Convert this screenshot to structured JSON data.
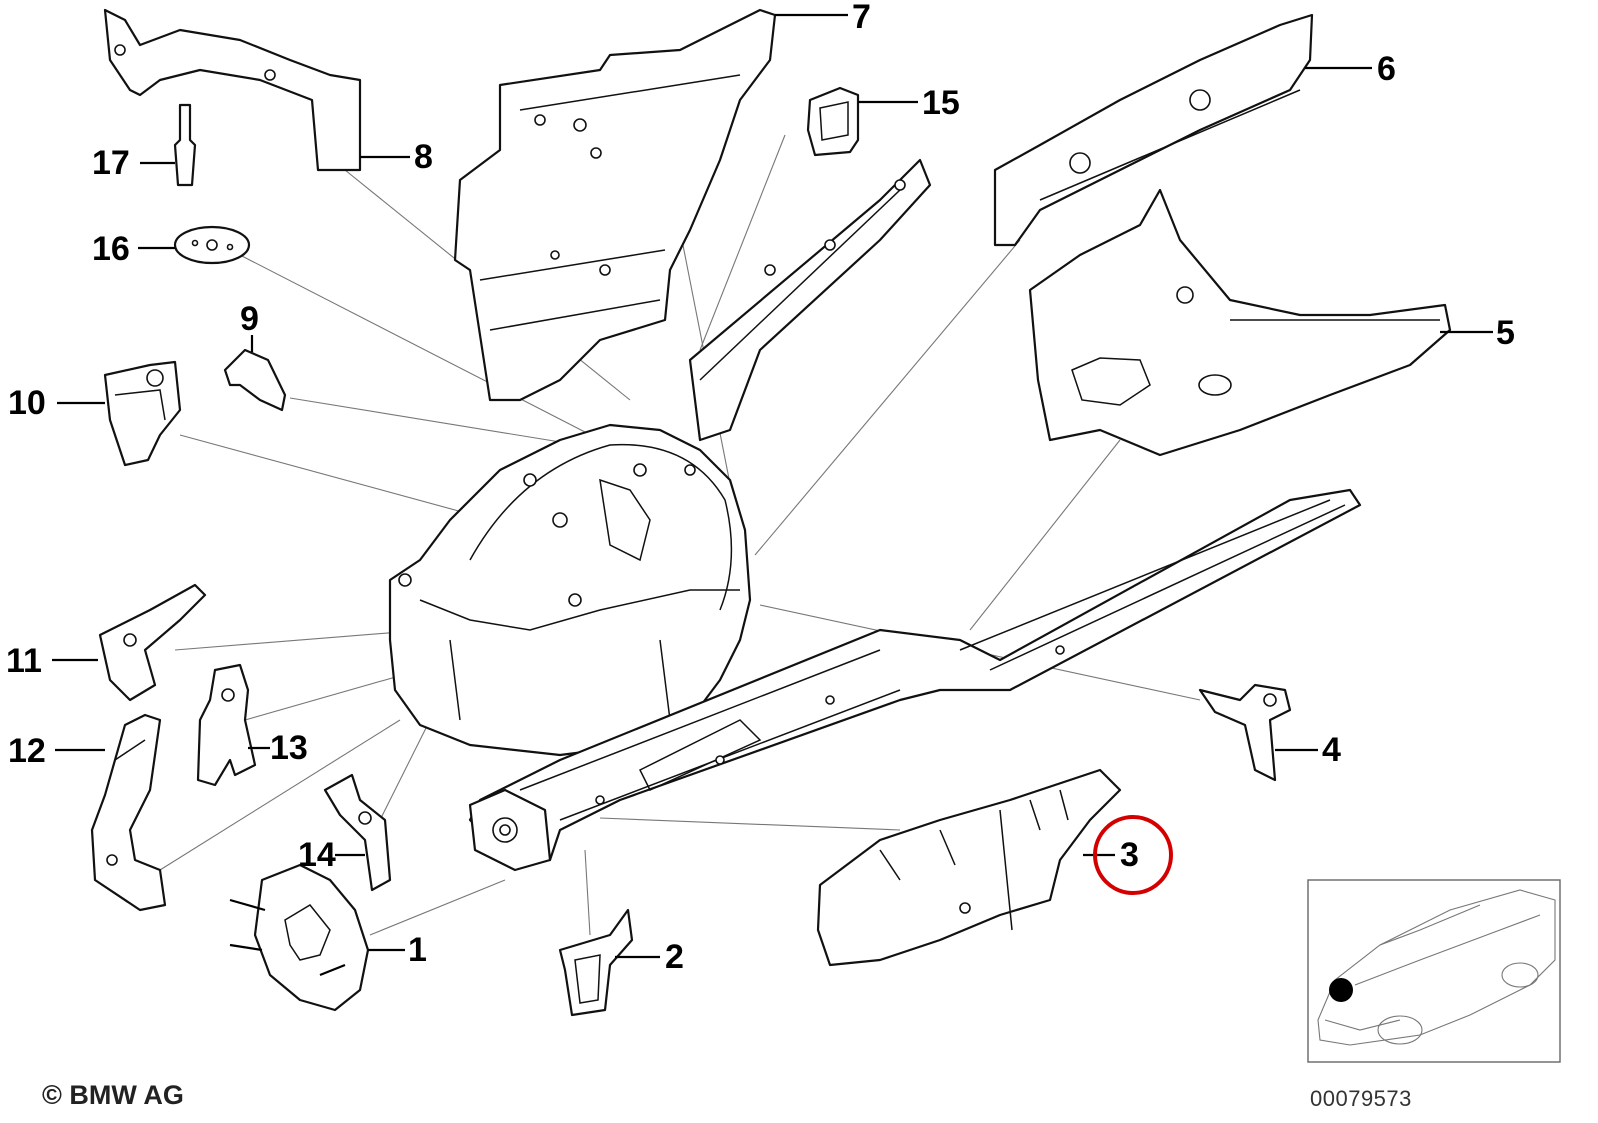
{
  "copyright": "© BMW AG",
  "document_id": "00079573",
  "highlight_color": "#d40000",
  "callouts": {
    "c1": "1",
    "c2": "2",
    "c3": "3",
    "c4": "4",
    "c5": "5",
    "c6": "6",
    "c7": "7",
    "c8": "8",
    "c9": "9",
    "c10": "10",
    "c11": "11",
    "c12": "12",
    "c13": "13",
    "c14": "14",
    "c15": "15",
    "c16": "16",
    "c17": "17"
  },
  "highlighted_callout": "3",
  "locator_marker": "black-dot"
}
